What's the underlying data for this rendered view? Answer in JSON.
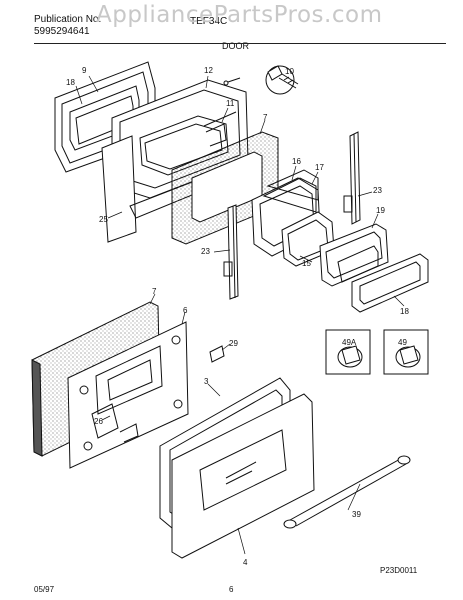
{
  "header": {
    "publication_label": "Publication No.",
    "publication_number": "5995294641",
    "model_partial": "TEF34C",
    "section_title": "DOOR",
    "watermark": "AppliancePartsPros.com"
  },
  "callouts": {
    "c9": "9",
    "c18a": "18",
    "c12": "12",
    "c10": "10",
    "c11": "11",
    "c7a": "7",
    "c16": "16",
    "c17": "17",
    "c23a": "23",
    "c25": "25",
    "c23b": "23",
    "c19": "19",
    "c15": "15",
    "c18b": "18",
    "c49a": "49A",
    "c49": "49",
    "c7b": "7",
    "c6": "6",
    "c29": "29",
    "c3": "3",
    "c26": "26",
    "c39": "39",
    "c4": "4"
  },
  "footer": {
    "diagram_code": "P23D0011",
    "date": "05/97",
    "page": "6"
  }
}
